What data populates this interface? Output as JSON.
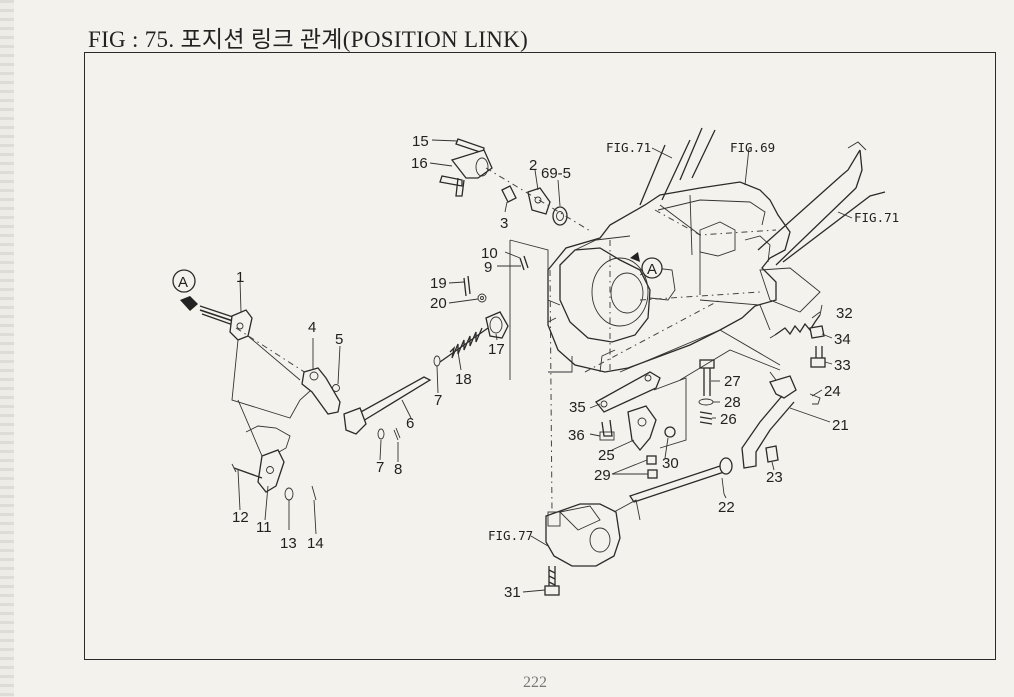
{
  "figure": {
    "title": "FIG : 75. 포지션 링크 관계(POSITION LINK)",
    "page_number": "222",
    "view_marker": "A",
    "part_labels": {
      "p1": "1",
      "p2": "2",
      "p3": "3",
      "p4": "4",
      "p5": "5",
      "p6": "6",
      "p7a": "7",
      "p7b": "7",
      "p8": "8",
      "p9": "9",
      "p10": "10",
      "p11": "11",
      "p12": "12",
      "p13": "13",
      "p14": "14",
      "p15": "15",
      "p16": "16",
      "p17": "17",
      "p18": "18",
      "p19": "19",
      "p20": "20",
      "p21": "21",
      "p22": "22",
      "p23": "23",
      "p24": "24",
      "p25": "25",
      "p26": "26",
      "p27": "27",
      "p28": "28",
      "p29": "29",
      "p30": "30",
      "p31": "31",
      "p32": "32",
      "p33": "33",
      "p34": "34",
      "p35": "35",
      "p36": "36",
      "p69_5": "69-5"
    },
    "references": {
      "fig71a": "FIG.71",
      "fig69": "FIG.69",
      "fig71b": "FIG.71",
      "fig77": "FIG.77"
    }
  }
}
